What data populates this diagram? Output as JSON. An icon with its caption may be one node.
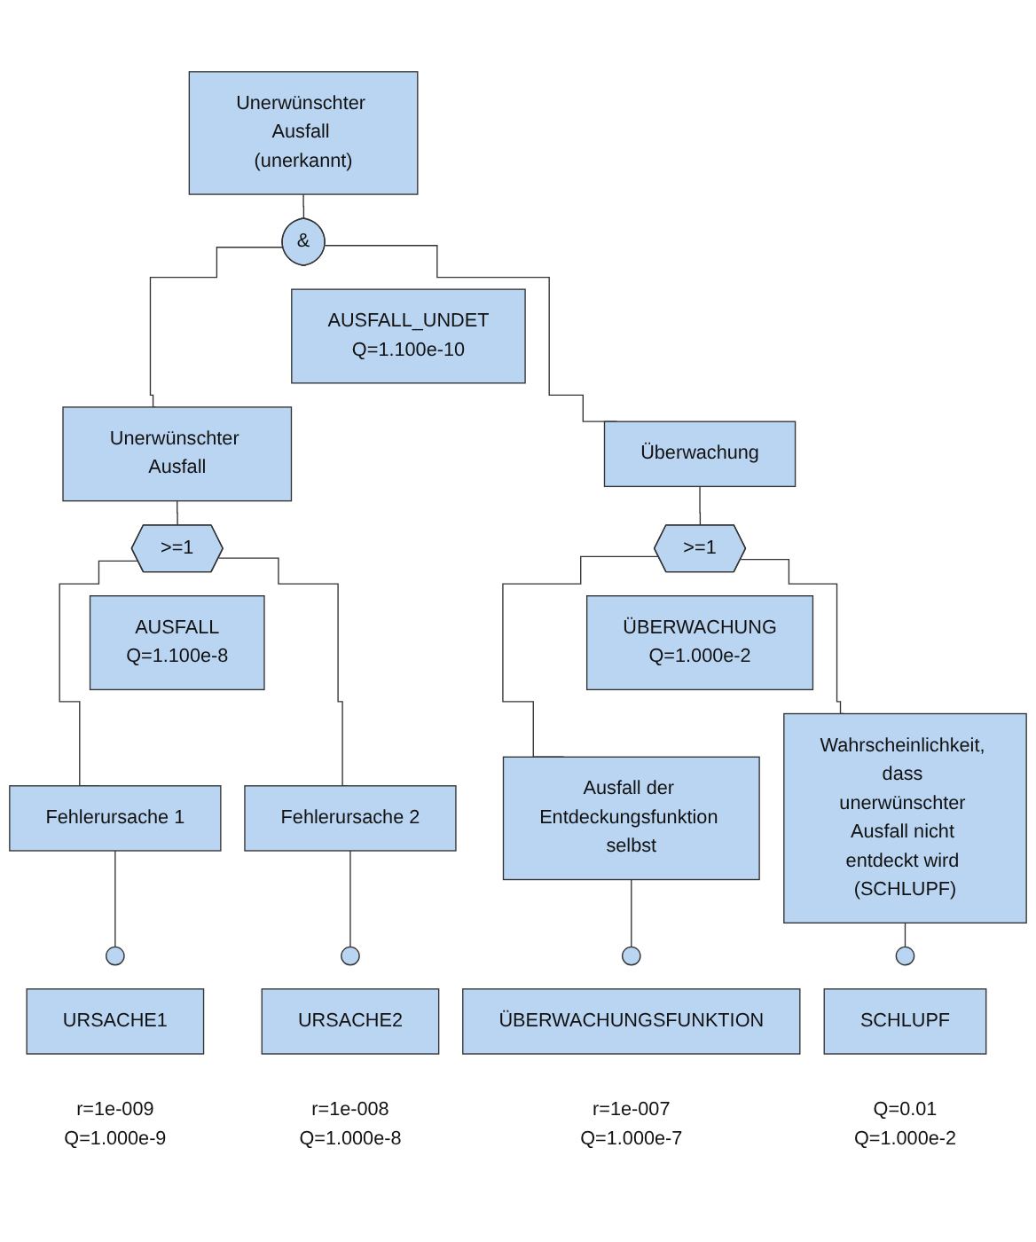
{
  "diagram": {
    "nodes": [
      {
        "text": [
          "Unerwünschter Ausfall (unerkannt)"
        ]
      },
      {
        "text": [
          "&"
        ]
      },
      {
        "text": [
          "AUSFALL_UNDET",
          "Q=1.100e-10"
        ]
      },
      {
        "text": [
          "Unerwünschter Ausfall"
        ]
      },
      {
        "text": [
          ">=1"
        ]
      },
      {
        "text": [
          "AUSFALL",
          "Q=1.100e-8"
        ]
      },
      {
        "text": [
          "Überwachung"
        ]
      },
      {
        "text": [
          ">=1"
        ]
      },
      {
        "text": [
          "ÜBERWACHUNG",
          "Q=1.000e-2"
        ]
      },
      {
        "text": [
          "Fehlerursache 1"
        ]
      },
      {
        "text": [],
        "shape": "circle"
      },
      {
        "text": [
          "URSACHE1"
        ],
        "beside": [
          "r=1e-009",
          "Q=1.000e-9"
        ]
      },
      {
        "text": [
          "Fehlerursache 2"
        ]
      },
      {
        "text": [],
        "shape": "circle"
      },
      {
        "text": [
          "URSACHE2"
        ],
        "beside": [
          "r=1e-008",
          "Q=1.000e-8"
        ]
      },
      {
        "text": [
          "Ausfall der Entdeckungsfunktion selbst"
        ]
      },
      {
        "text": [],
        "shape": "circle"
      },
      {
        "text": [
          "ÜBERWACHUNGSFUNKTION"
        ],
        "beside": [
          "r=1e-007",
          "Q=1.000e-7"
        ]
      },
      {
        "text": [
          "Wahrscheinlichkeit, dass unerwünschter Ausfall nicht entdeckt wird (SCHLUPF)"
        ]
      },
      {
        "text": [],
        "shape": "circle"
      },
      {
        "text": [
          "SCHLUPF"
        ],
        "beside": [
          "Q=0.01",
          "Q=1.000e-2"
        ]
      }
    ],
    "edges": [
      {
        "from": 0,
        "to": 1,
        "arrow": "none"
      },
      {
        "from": 1,
        "to": 3,
        "arrow": "none"
      },
      {
        "from": 1,
        "to": 6,
        "arrow": "none"
      },
      {
        "from": 3,
        "to": 4,
        "arrow": "none"
      },
      {
        "from": 6,
        "to": 7,
        "arrow": "none"
      },
      {
        "from": 4,
        "to": 9,
        "arrow": "none"
      },
      {
        "from": 4,
        "to": 12,
        "arrow": "none"
      },
      {
        "from": 7,
        "to": 15,
        "arrow": "none"
      },
      {
        "from": 7,
        "to": 18,
        "arrow": "none"
      },
      {
        "from": 9,
        "to": 10,
        "arrow": "none"
      },
      {
        "from": 12,
        "to": 13,
        "arrow": "none"
      },
      {
        "from": 15,
        "to": 16,
        "arrow": "none"
      },
      {
        "from": 18,
        "to": 19,
        "arrow": "none"
      }
    ]
  }
}
